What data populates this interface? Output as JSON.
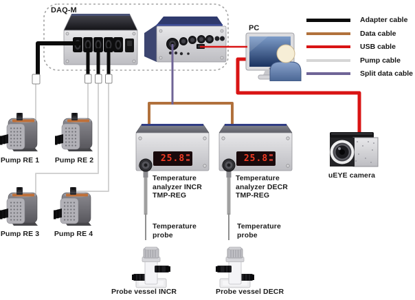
{
  "daq_group": {
    "label": "DAQ-M"
  },
  "pc": {
    "label": "PC"
  },
  "legend": {
    "items": [
      {
        "label": "Adapter cable",
        "color": "#0b0b0b"
      },
      {
        "label": "Data cable",
        "color": "#b1713c"
      },
      {
        "label": "USB cable",
        "color": "#d91414"
      },
      {
        "label": "Pump cable",
        "color": "#d6d6d6"
      },
      {
        "label": "Split data cable",
        "color": "#6f6496"
      }
    ]
  },
  "pumps": [
    {
      "label": "Pump RE 1"
    },
    {
      "label": "Pump RE 2"
    },
    {
      "label": "Pump RE 3"
    },
    {
      "label": "Pump RE 4"
    }
  ],
  "analyzers": [
    {
      "label": "Temperature\nanalyzer INCR\nTMP-REG",
      "display": "25.8"
    },
    {
      "label": "Temperature\nanalyzer DECR\nTMP-REG",
      "display": "25.8"
    }
  ],
  "probes": [
    {
      "label": "Temperature\nprobe"
    },
    {
      "label": "Temperature\nprobe"
    }
  ],
  "vessels": [
    {
      "label": "Probe vessel INCR"
    },
    {
      "label": "Probe vessel DECR"
    }
  ],
  "camera": {
    "label": "uEYE camera"
  }
}
